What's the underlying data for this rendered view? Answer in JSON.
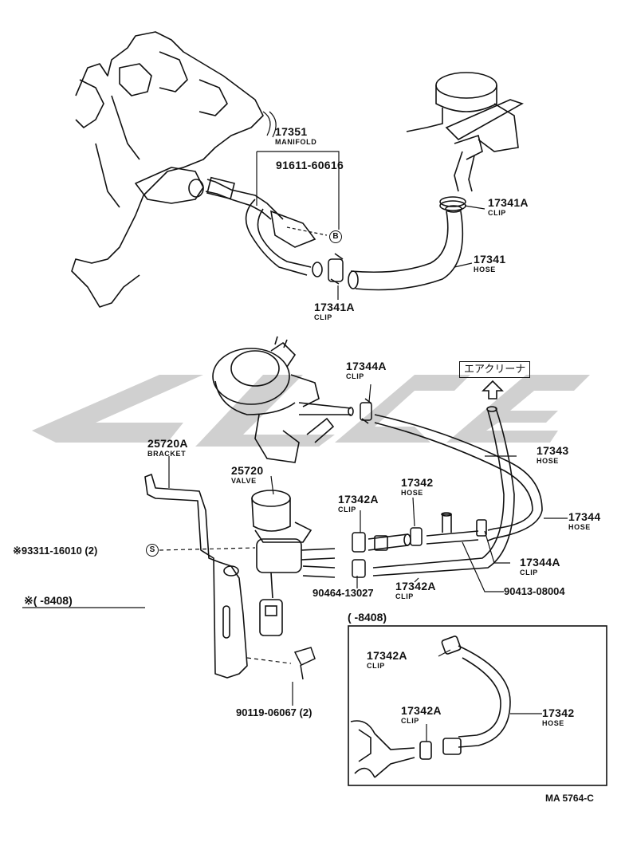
{
  "parts": {
    "p17351": {
      "num": "17351",
      "sub": "MANIFOLD"
    },
    "p91611": {
      "num": "91611-60616"
    },
    "p17341A_top": {
      "num": "17341A",
      "sub": "CLIP"
    },
    "p17341": {
      "num": "17341",
      "sub": "HOSE"
    },
    "p17341A_bot": {
      "num": "17341A",
      "sub": "CLIP"
    },
    "p17344A_top": {
      "num": "17344A",
      "sub": "CLIP"
    },
    "p17343": {
      "num": "17343",
      "sub": "HOSE"
    },
    "p25720A": {
      "num": "25720A",
      "sub": "BRACKET"
    },
    "p25720": {
      "num": "25720",
      "sub": "VALVE"
    },
    "p17342A_l": {
      "num": "17342A",
      "sub": "CLIP"
    },
    "p17342": {
      "num": "17342",
      "sub": "HOSE"
    },
    "p17344": {
      "num": "17344",
      "sub": "HOSE"
    },
    "p93311": {
      "num": "※93311-16010 (2)"
    },
    "p17344A_bot": {
      "num": "17344A",
      "sub": "CLIP"
    },
    "p90464": {
      "num": "90464-13027"
    },
    "p17342A_m": {
      "num": "17342A",
      "sub": "CLIP"
    },
    "p90413": {
      "num": "90413-08004"
    },
    "p90119": {
      "num": "90119-06067 (2)"
    },
    "inset_17342A_a": {
      "num": "17342A",
      "sub": "CLIP"
    },
    "inset_17342A_b": {
      "num": "17342A",
      "sub": "CLIP"
    },
    "inset_17342": {
      "num": "17342",
      "sub": "HOSE"
    }
  },
  "markers": {
    "B": "B",
    "S": "S"
  },
  "air_cleaner": "エアクリーナ",
  "note_range": "※(      -8408)",
  "inset_range": "(      -8408)",
  "figure_id": "MA 5764-C"
}
